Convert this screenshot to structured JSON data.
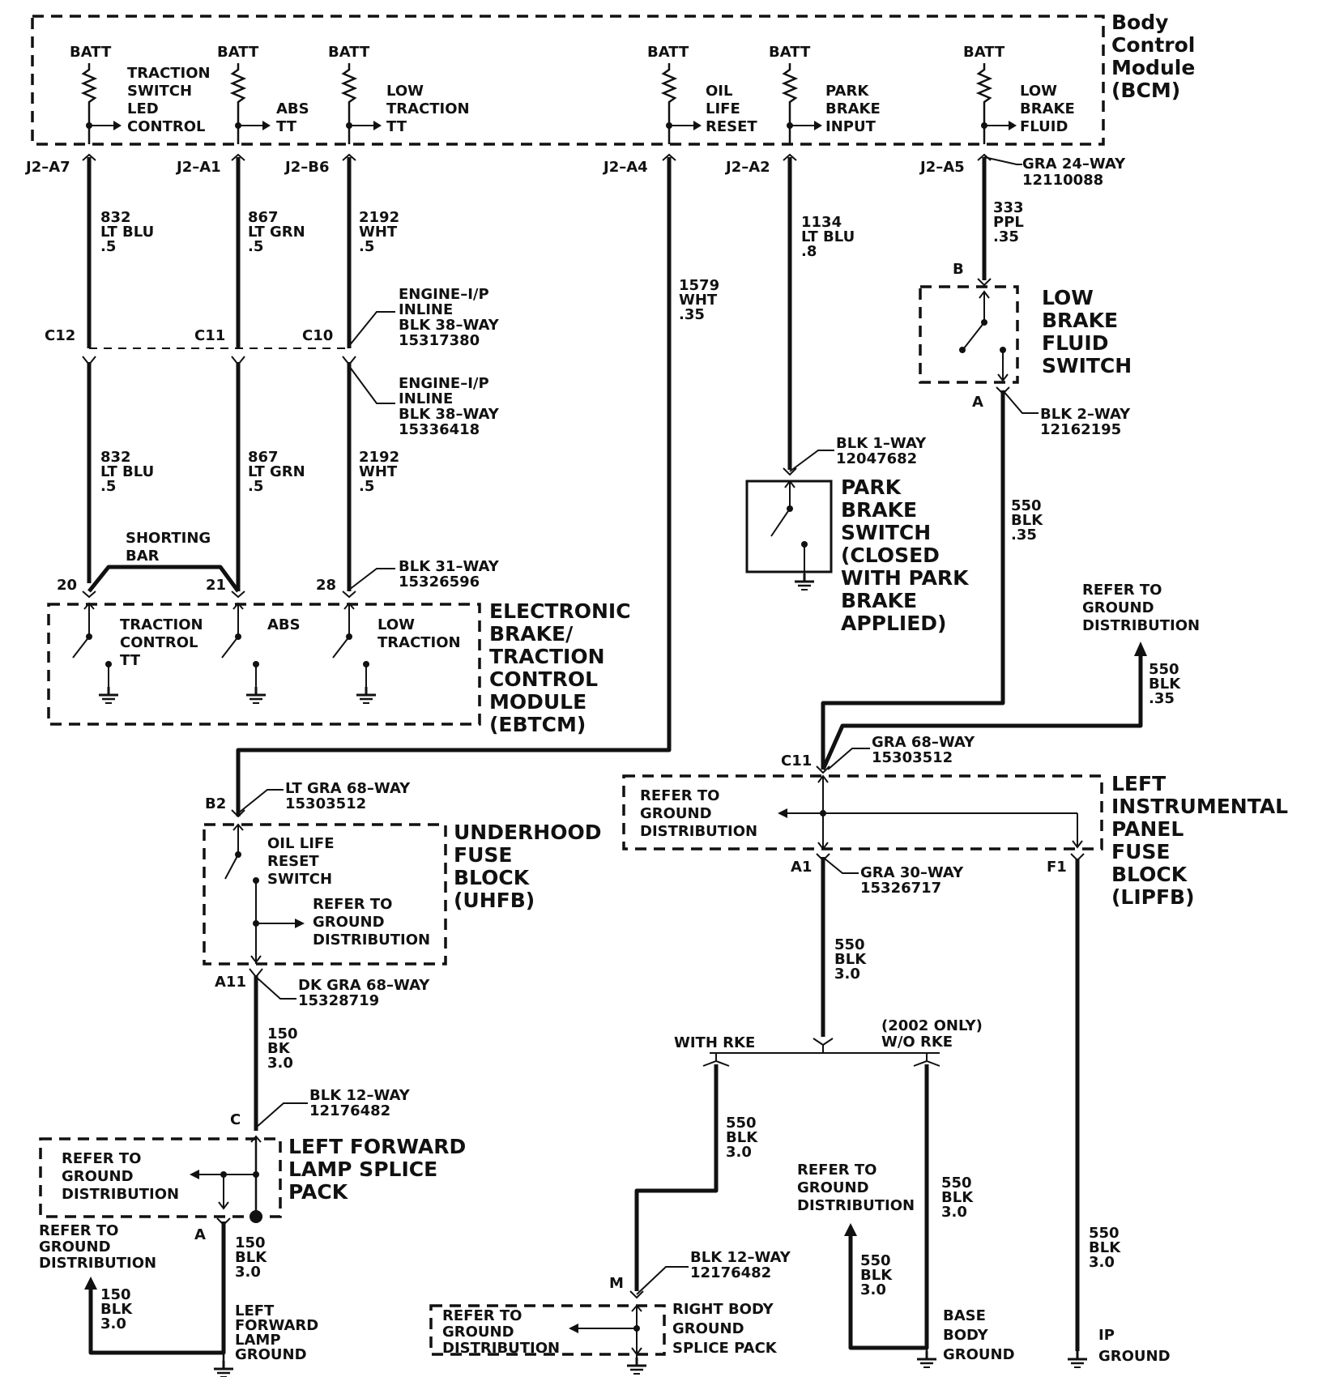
{
  "bcm": {
    "title": [
      "Body",
      "Control",
      "Module",
      "(BCM)"
    ],
    "batt": "BATT",
    "circuits": [
      [
        "TRACTION",
        "SWITCH",
        "LED",
        "CONTROL"
      ],
      [
        "ABS",
        "TT"
      ],
      [
        "LOW",
        "TRACTION",
        "TT"
      ],
      [
        "OIL",
        "LIFE",
        "RESET"
      ],
      [
        "PARK",
        "BRAKE",
        "INPUT"
      ],
      [
        "LOW",
        "BRAKE",
        "FLUID"
      ]
    ],
    "pins": [
      "J2–A7",
      "J2–A1",
      "J2–B6",
      "J2–A4",
      "J2–A2",
      "J2–A5"
    ],
    "connector": [
      "GRA 24–WAY",
      "12110088"
    ]
  },
  "wires": {
    "w832": [
      "832",
      "LT BLU",
      ".5"
    ],
    "w867": [
      "867",
      "LT GRN",
      ".5"
    ],
    "w2192": [
      "2192",
      "WHT",
      ".5"
    ],
    "w1579": [
      "1579",
      "WHT",
      ".35"
    ],
    "w1134": [
      "1134",
      "LT BLU",
      ".8"
    ],
    "w333": [
      "333",
      "PPL",
      ".35"
    ],
    "w550_035": [
      "550",
      "BLK",
      ".35"
    ],
    "w550_30": [
      "550",
      "BLK",
      "3.0"
    ],
    "w150_bk": [
      "150",
      "BK",
      "3.0"
    ],
    "w150_blk": [
      "150",
      "BLK",
      "3.0"
    ]
  },
  "inline": {
    "pins": [
      "C12",
      "C11",
      "C10"
    ],
    "conn1": [
      "ENGINE–I/P",
      "INLINE",
      "BLK 38–WAY",
      "15317380"
    ],
    "conn2": [
      "ENGINE–I/P",
      "INLINE",
      "BLK 38–WAY",
      "15336418"
    ]
  },
  "ebtcm": {
    "shorting_bar": [
      "SHORTING",
      "BAR"
    ],
    "pins": [
      "20",
      "21",
      "28"
    ],
    "connector": [
      "BLK 31–WAY",
      "15326596"
    ],
    "switches": [
      [
        "TRACTION",
        "CONTROL",
        "TT"
      ],
      [
        "ABS"
      ],
      [
        "LOW",
        "TRACTION"
      ]
    ],
    "title": [
      "ELECTRONIC",
      "BRAKE/",
      "TRACTION",
      "CONTROL",
      "MODULE",
      "(EBTCM)"
    ]
  },
  "park_brake": {
    "connector": [
      "BLK 1–WAY",
      "12047682"
    ],
    "title": [
      "PARK",
      "BRAKE",
      "SWITCH",
      "(CLOSED",
      "WITH PARK",
      "BRAKE",
      "APPLIED)"
    ]
  },
  "lbf_switch": {
    "pin_b": "B",
    "pin_a": "A",
    "title": [
      "LOW",
      "BRAKE",
      "FLUID",
      "SWITCH"
    ],
    "connector": [
      "BLK 2–WAY",
      "12162195"
    ]
  },
  "ground_ref": [
    "REFER TO",
    "GROUND",
    "DISTRIBUTION"
  ],
  "lipfb": {
    "pin_c11": "C11",
    "conn_c11": [
      "GRA 68–WAY",
      "15303512"
    ],
    "pin_a1": "A1",
    "conn_a1": [
      "GRA 30–WAY",
      "15326717"
    ],
    "pin_f1": "F1",
    "title": [
      "LEFT",
      "INSTRUMENTAL",
      "PANEL",
      "FUSE",
      "BLOCK",
      "(LIPFB)"
    ]
  },
  "uhfb": {
    "pin_b2": "B2",
    "conn_b2": [
      "LT GRA 68–WAY",
      "15303512"
    ],
    "switch": [
      "OIL LIFE",
      "RESET",
      "SWITCH"
    ],
    "title": [
      "UNDERHOOD",
      "FUSE",
      "BLOCK",
      "(UHFB)"
    ],
    "pin_a11": "A11",
    "conn_a11": [
      "DK GRA 68–WAY",
      "15328719"
    ]
  },
  "lflsp": {
    "pin_c": "C",
    "conn": [
      "BLK 12–WAY",
      "12176482"
    ],
    "title": [
      "LEFT FORWARD",
      "LAMP SPLICE",
      "PACK"
    ],
    "pin_a": "A"
  },
  "grounds": {
    "left_fwd_lamp": [
      "LEFT",
      "FORWARD",
      "LAMP",
      "GROUND"
    ],
    "base_body": [
      "BASE",
      "BODY",
      "GROUND"
    ],
    "ip": [
      "IP",
      "GROUND"
    ]
  },
  "rke": {
    "with": "WITH RKE",
    "without": [
      "(2002 ONLY)",
      "W/O RKE"
    ]
  },
  "rbgsp": {
    "pin_m": "M",
    "conn": [
      "BLK 12–WAY",
      "12176482"
    ],
    "title": [
      "RIGHT BODY",
      "GROUND",
      "SPLICE PACK"
    ]
  }
}
